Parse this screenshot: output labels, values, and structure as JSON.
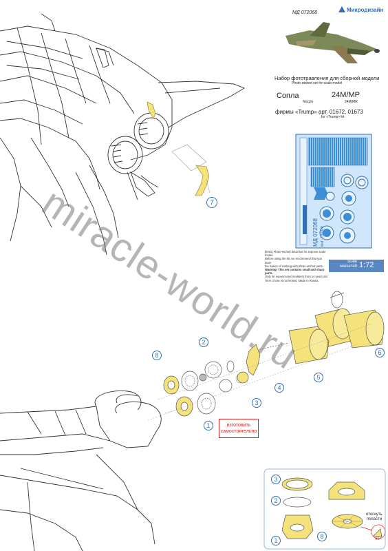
{
  "header": {
    "article": "МД 072068",
    "brand": "Микродизайн"
  },
  "title": {
    "ru": "Набор фототравления для сборной модели",
    "en": "Photo-etched set for scale model",
    "part_ru": "Сопла",
    "part_en": "Nozzle",
    "model": "24М/МР",
    "model_en": "24M/MR",
    "maker_ru": "фирмы «Trump» арт. 01672, 01673",
    "maker_en": "for «Trump» kit"
  },
  "fret": {
    "code": "МД 072068",
    "small": "МиГ-23М/МР"
  },
  "fine_print": [
    "[ENG] Photo-etched detail set for improve scale model.",
    "Before using the kit, we recommend that you learn",
    "the basics of working with photo-etched parts.",
    "Warning! This set contains small and sharp parts.",
    "Only for experienced modelers from 14 years old.",
    "Term of use is not limited. Made in Russia."
  ],
  "scale": {
    "label_en": "scale",
    "label_ru": "масштаб",
    "value": "1:72"
  },
  "callouts": [
    "1",
    "2",
    "3",
    "4",
    "5",
    "6",
    "7",
    "8"
  ],
  "inset": {
    "callouts": [
      "1",
      "2",
      "3",
      "8"
    ],
    "bend_note_line1": "отогнуть",
    "bend_note_line2": "лопасти",
    "angle": "45°"
  },
  "scratch_note": {
    "line1": "изготовить",
    "line2": "самостоятельно"
  },
  "watermark": "miracle-world.ru",
  "colors": {
    "accent_blue": "#2f6fb5",
    "pe_yellow": "#f5e27a",
    "scale_bar": "#5a86c2",
    "fret_blue": "#3a8fd8"
  }
}
